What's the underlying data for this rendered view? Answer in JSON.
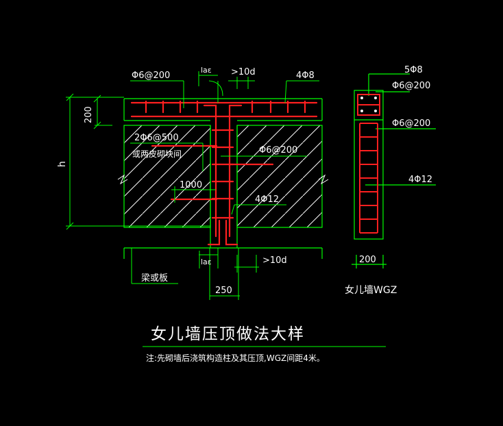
{
  "colors": {
    "background": "#000000",
    "outline": "#00ff00",
    "rebar": "#ff2020",
    "text": "#ffffff"
  },
  "labels": {
    "top_stirrup": "Φ6@200",
    "anchor_top": "laε",
    "ten_d_top": ">10d",
    "top_bars": "4Φ8",
    "dim_200": "200",
    "dim_h": "h",
    "tie_bars": "2Φ6@500",
    "tie_note": "或两皮砌块间",
    "mid_stirrup": "Φ6@200",
    "dim_1000": "1000",
    "col_bars": "4Φ12",
    "anchor_bottom": "laε",
    "ten_d_bottom": ">10d",
    "beam_note": "梁或板",
    "dim_250": "250"
  },
  "section": {
    "top_bars": "5Φ8",
    "stirrup_top": "Φ6@200",
    "stirrup": "Φ6@200",
    "main_bars": "4Φ12",
    "width": "200",
    "name": "女儿墙WGZ"
  },
  "title": "女儿墙压顶做法大样",
  "note": "注:先砌墙后浇筑构造柱及其压顶,WGZ间距4米。"
}
